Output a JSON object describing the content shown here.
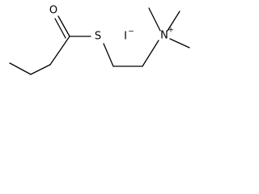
{
  "molecule": {
    "atoms": {
      "oxygen": "O",
      "sulfur": "S",
      "iodine": "I",
      "nitrogen": "N"
    },
    "charges": {
      "iodide": "−",
      "ammonium": "+"
    }
  }
}
